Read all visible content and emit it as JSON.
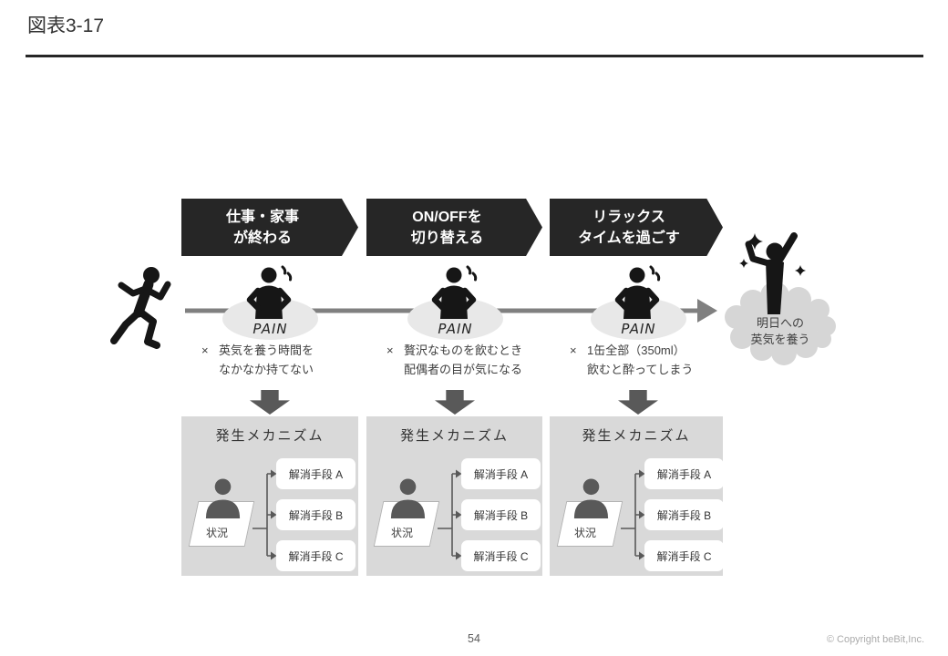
{
  "title": "図表3-17",
  "footer": {
    "page_number": "54",
    "copyright": "© Copyright beBit,Inc."
  },
  "journey": {
    "pain_label": "PAIN",
    "pain_marker": "×",
    "goal": {
      "line1": "明日への",
      "line2": "英気を養う"
    },
    "columns": [
      {
        "stage_line1": "仕事・家事",
        "stage_line2": "が終わる",
        "pain_line1": "英気を養う時間を",
        "pain_line2": "なかなか持てない",
        "mechanism_title": "発生メカニズム",
        "situation_label": "状況",
        "solutions": [
          "解消手段 A",
          "解消手段 B",
          "解消手段 C"
        ]
      },
      {
        "stage_line1": "ON/OFFを",
        "stage_line2": "切り替える",
        "pain_line1": "贅沢なものを飲むとき",
        "pain_line2": "配偶者の目が気になる",
        "mechanism_title": "発生メカニズム",
        "situation_label": "状況",
        "solutions": [
          "解消手段 A",
          "解消手段 B",
          "解消手段 C"
        ]
      },
      {
        "stage_line1": "リラックス",
        "stage_line2": "タイムを過ごす",
        "pain_line1": "1缶全部（350ml）",
        "pain_line2": "飲むと酔ってしまう",
        "mechanism_title": "発生メカニズム",
        "situation_label": "状況",
        "solutions": [
          "解消手段 A",
          "解消手段 B",
          "解消手段 C"
        ]
      }
    ]
  },
  "colors": {
    "chevron_bg": "#262626",
    "timeline": "#808080",
    "pain_ellipse": "#e8e8e8",
    "down_arrow": "#595959",
    "mech_box_bg": "#d9d9d9",
    "cloud": "#d6d6d6",
    "icon_black": "#161616",
    "bust_gray": "#595959",
    "text_dark": "#333333",
    "copyright_gray": "#ababab"
  }
}
